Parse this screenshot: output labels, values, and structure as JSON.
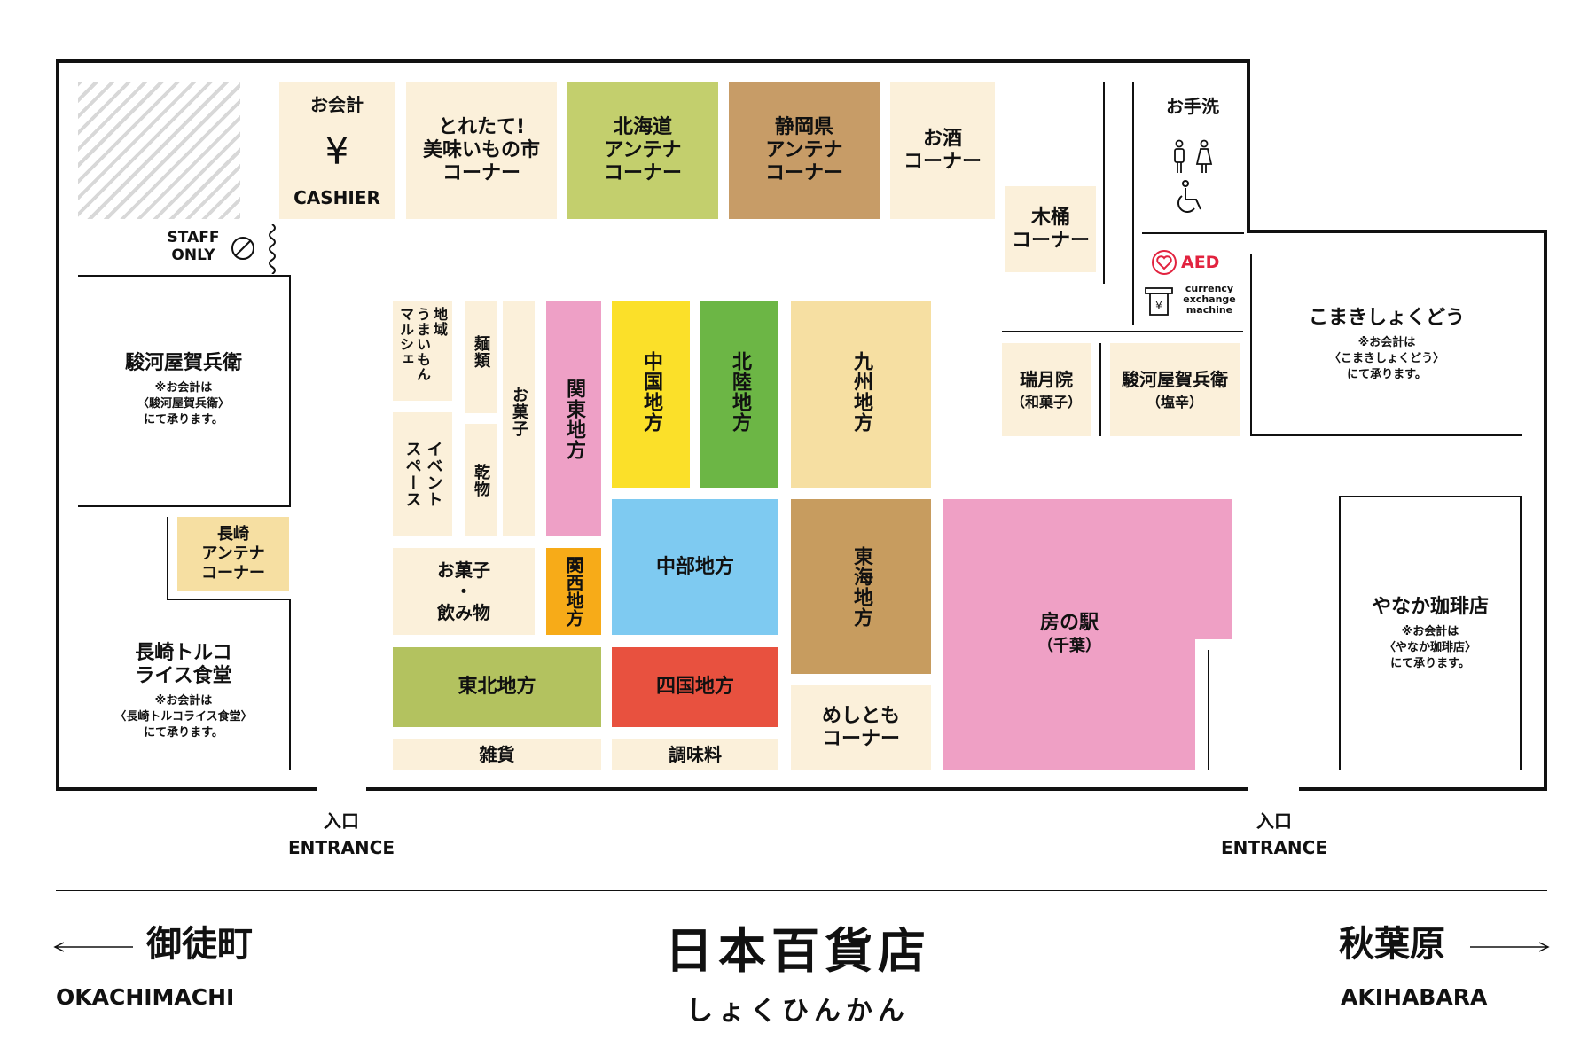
{
  "areas": {
    "cashier_top": "お会計",
    "cashier_symbol": "¥",
    "cashier_bottom": "CASHIER",
    "toretate": "とれたて!\n美味いもの市\nコーナー",
    "hokkaido": "北海道\nアンテナ\nコーナー",
    "shizuoka": "静岡県\nアンテナ\nコーナー",
    "osake": "お酒\nコーナー",
    "kioke": "木桶\nコーナー",
    "restroom": "お手洗",
    "aed": "AED",
    "currency": "currency\nexchange\nmachine",
    "staff_only": "STAFF\nONLY",
    "suruga_left_name": "駿河屋賀兵衛",
    "suruga_left_note": "※お会計は\n〈駿河屋賀兵衛〉\nにて承ります。",
    "nagasaki_antenna": "長崎\nアンテナ\nコーナー",
    "turco_name": "長崎トルコ\nライス食堂",
    "turco_note": "※お会計は\n〈長崎トルコライス食堂〉\nにて承ります。",
    "chiiki_1": "地域",
    "chiiki_2": "うまいもん",
    "chiiki_3": "マルシェ",
    "menrui": "麺類",
    "okashi_v": "お菓子",
    "event_1": "イベント",
    "event_2": "スペース",
    "kanbutsu": "乾物",
    "okashi_nomimono": "お菓子\n・\n飲み物",
    "kanto": "関東地方",
    "kansai": "関西地方",
    "chugoku": "中国地方",
    "hokuriku": "北陸地方",
    "kyushu": "九州地方",
    "chubu": "中部地方",
    "tokai": "東海地方",
    "tohoku": "東北地方",
    "shikoku": "四国地方",
    "zakka": "雑貨",
    "choumiryo": "調味料",
    "meshitomo": "めしとも\nコーナー",
    "fusa_name": "房の駅",
    "fusa_sub": "（千葉）",
    "zuigetsu_name": "瑞月院",
    "zuigetsu_sub": "（和菓子）",
    "suruga_right_name": "駿河屋賀兵衛",
    "suruga_right_sub": "（塩辛）",
    "komaki_name": "こまきしょくどう",
    "komaki_note": "※お会計は\n〈こまきしょくどう〉\nにて承ります。",
    "yanaka_name": "やなか珈琲店",
    "yanaka_note": "※お会計は\n〈やなか珈琲店〉\nにて承ります。"
  },
  "entrances": [
    {
      "jp": "入口",
      "en": "ENTRANCE"
    },
    {
      "jp": "入口",
      "en": "ENTRANCE"
    }
  ],
  "footer": {
    "left_jp": "御徒町",
    "left_en": "OKACHIMACHI",
    "right_jp": "秋葉原",
    "right_en": "AKIHABARA",
    "logo_main": "日本百貨店",
    "logo_sub": "しょくひんかん"
  },
  "colors": {
    "cream": "#fbf0da",
    "hokkaido": "#c3cf6d",
    "shizuoka": "#c79c67",
    "kanto": "#eea0c6",
    "chugoku": "#fbe029",
    "hokuriku": "#6cb645",
    "kyushu": "#f6dfa2",
    "chubu": "#7ecaf1",
    "tokai": "#c79c5f",
    "tohoku": "#b3c25f",
    "shikoku": "#e8513f",
    "kansai": "#f7ab18",
    "fusa": "#efa0c5",
    "nagasaki": "#f6dfa2",
    "aed": "#e2233f"
  }
}
